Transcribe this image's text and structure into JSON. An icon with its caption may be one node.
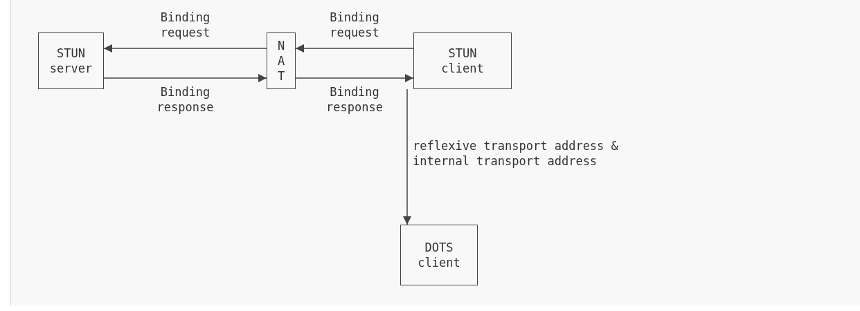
{
  "diagram": {
    "nodes": [
      {
        "text": [
          "STUN server"
        ]
      },
      {
        "text": [
          "N A T"
        ]
      },
      {
        "text": [
          "STUN client"
        ]
      },
      {
        "text": [
          "DOTS client"
        ]
      }
    ],
    "edges": [
      {
        "from": 1,
        "to": 0,
        "arrow": "to",
        "label": "Binding request"
      },
      {
        "from": 0,
        "to": 1,
        "arrow": "to",
        "label": "Binding response"
      },
      {
        "from": 2,
        "to": 1,
        "arrow": "to",
        "label": "Binding request"
      },
      {
        "from": 1,
        "to": 2,
        "arrow": "to",
        "label": "Binding response"
      },
      {
        "from": 2,
        "to": 3,
        "arrow": "to",
        "label": "reflexive transport address & internal transport address"
      }
    ]
  }
}
